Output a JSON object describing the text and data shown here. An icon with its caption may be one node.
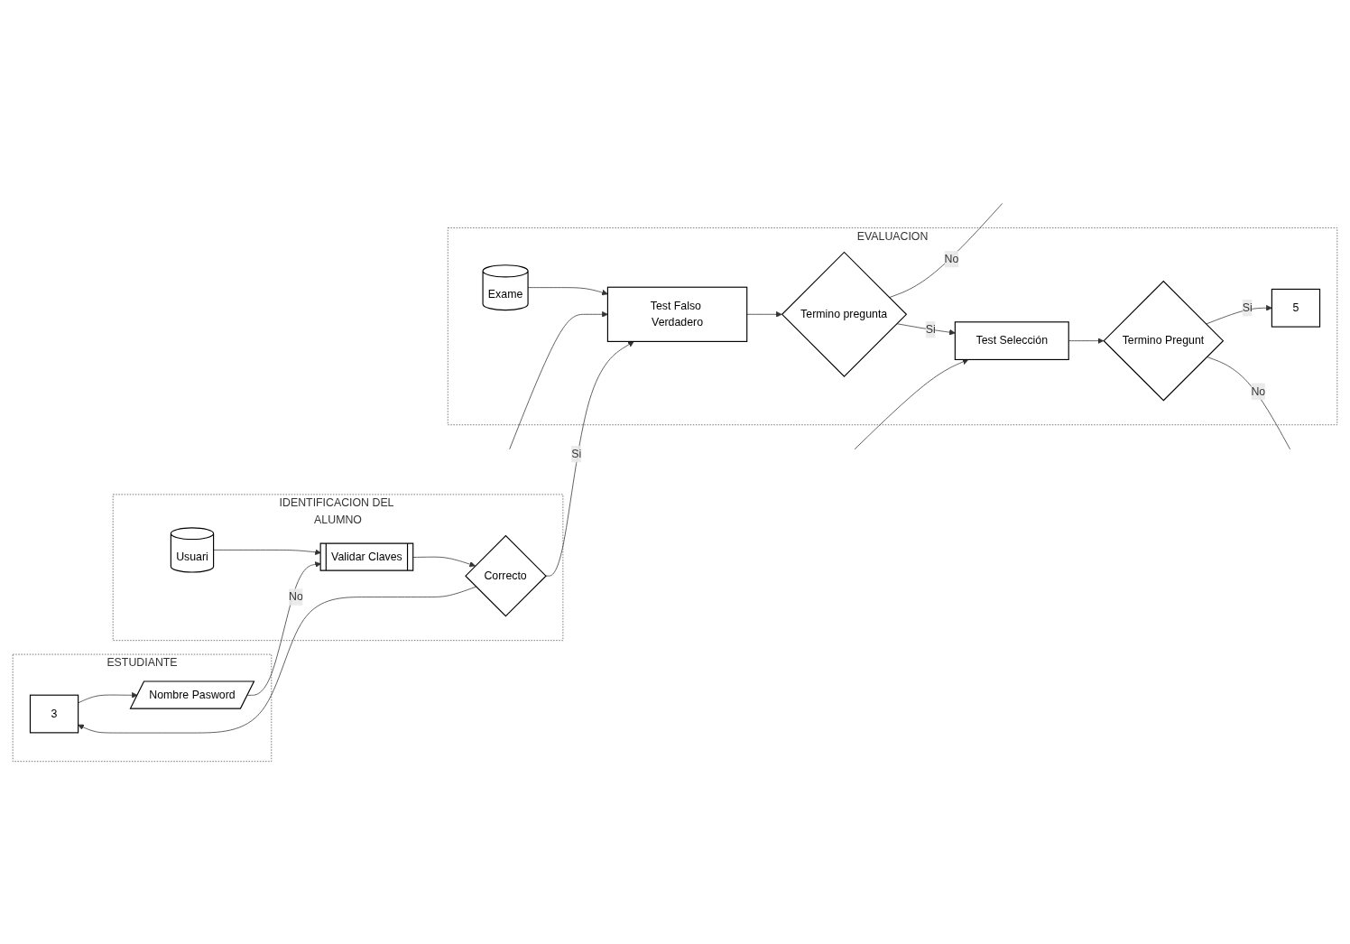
{
  "diagram": {
    "nodes": [
      {
        "text": [
          "ESTUDIANTE"
        ]
      },
      {
        "text": [
          "IDENTIFICACION DEL ALUMNO"
        ]
      },
      {
        "text": [
          "EVALUACION"
        ]
      },
      {
        "text": [
          "3"
        ],
        "in": 0
      },
      {
        "text": [
          "Nombre Pasword"
        ],
        "in": 0
      },
      {
        "text": [
          "Validar Claves"
        ],
        "in": 1
      },
      {
        "text": [
          "Correcto"
        ],
        "in": 1
      },
      {
        "text": [
          "Usuari"
        ],
        "in": 1
      },
      {
        "text": [
          "Test Falso Verdadero"
        ],
        "in": 2
      },
      {
        "text": [
          "Exame"
        ],
        "in": 2
      },
      {
        "text": [
          "Termino pregunta"
        ],
        "in": 2
      },
      {
        "text": [
          "Test Selección"
        ],
        "in": 2
      },
      {
        "text": [
          "Termino Pregunt"
        ],
        "in": 2
      },
      {
        "text": [
          "5"
        ],
        "in": 2
      }
    ],
    "edges": [
      {
        "from": 3,
        "to": 4,
        "arrow": "to"
      },
      {
        "from": 4,
        "to": 5,
        "arrow": "to"
      },
      {
        "from": 7,
        "to": 5,
        "arrow": "to"
      },
      {
        "from": 5,
        "to": 6,
        "arrow": "to"
      },
      {
        "from": 6,
        "to": 3,
        "label": "No",
        "arrow": "to"
      },
      {
        "from": 6,
        "to": 8,
        "label": "Si",
        "arrow": "to"
      },
      {
        "from": 9,
        "to": 8,
        "arrow": "to"
      },
      {
        "from": null,
        "to": 8,
        "arrow": "to"
      },
      {
        "from": 8,
        "to": 10,
        "arrow": "to"
      },
      {
        "from": 10,
        "to": null,
        "label": "No",
        "arrow": "none"
      },
      {
        "from": 10,
        "to": 11,
        "label": "Si",
        "arrow": "to"
      },
      {
        "from": null,
        "to": 11,
        "arrow": "to"
      },
      {
        "from": 11,
        "to": 12,
        "arrow": "to"
      },
      {
        "from": 12,
        "to": 13,
        "label": "Si",
        "arrow": "to"
      },
      {
        "from": 12,
        "to": null,
        "label": "No",
        "arrow": "none"
      }
    ]
  }
}
